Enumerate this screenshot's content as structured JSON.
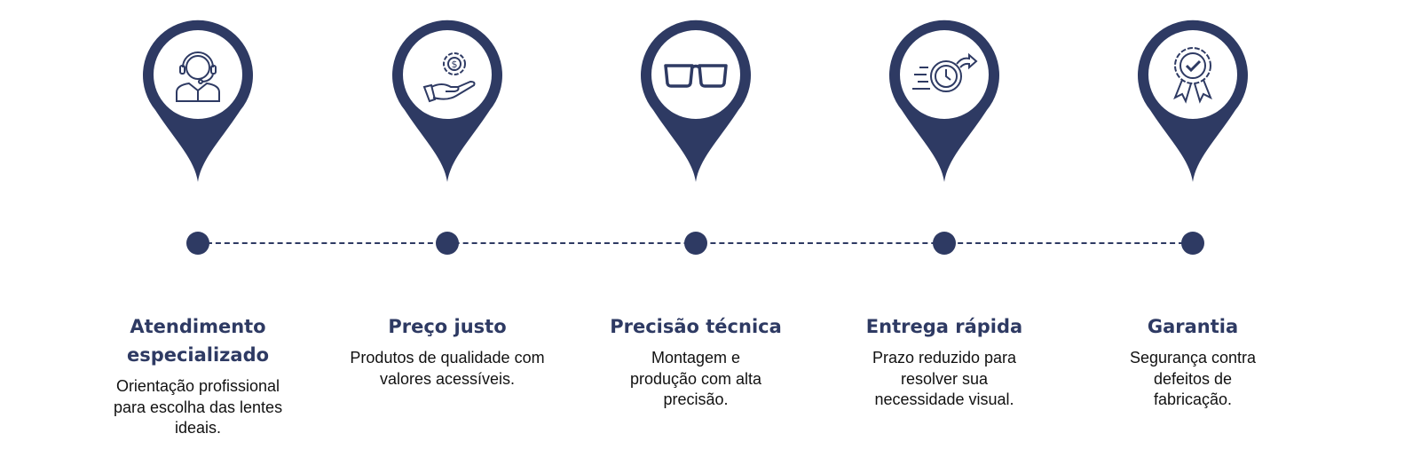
{
  "accent": "#2e3a63",
  "steps": [
    {
      "icon": "customer-support-headset-icon",
      "title": "Atendimento especializado",
      "desc": "Orientação profissional para escolha das lentes ideais."
    },
    {
      "icon": "price-hand-gear-dollar-icon",
      "title": "Preço justo",
      "desc": "Produtos de qualidade com valores acessíveis."
    },
    {
      "icon": "eyeglasses-icon",
      "title": "Precisão técnica",
      "desc": "Montagem e produção com alta precisão."
    },
    {
      "icon": "fast-delivery-clock-icon",
      "title": "Entrega rápida",
      "desc": "Prazo reduzido para resolver sua necessidade visual."
    },
    {
      "icon": "warranty-badge-icon",
      "title": "Garantia",
      "desc": "Segurança contra defeitos de fabricação."
    }
  ]
}
